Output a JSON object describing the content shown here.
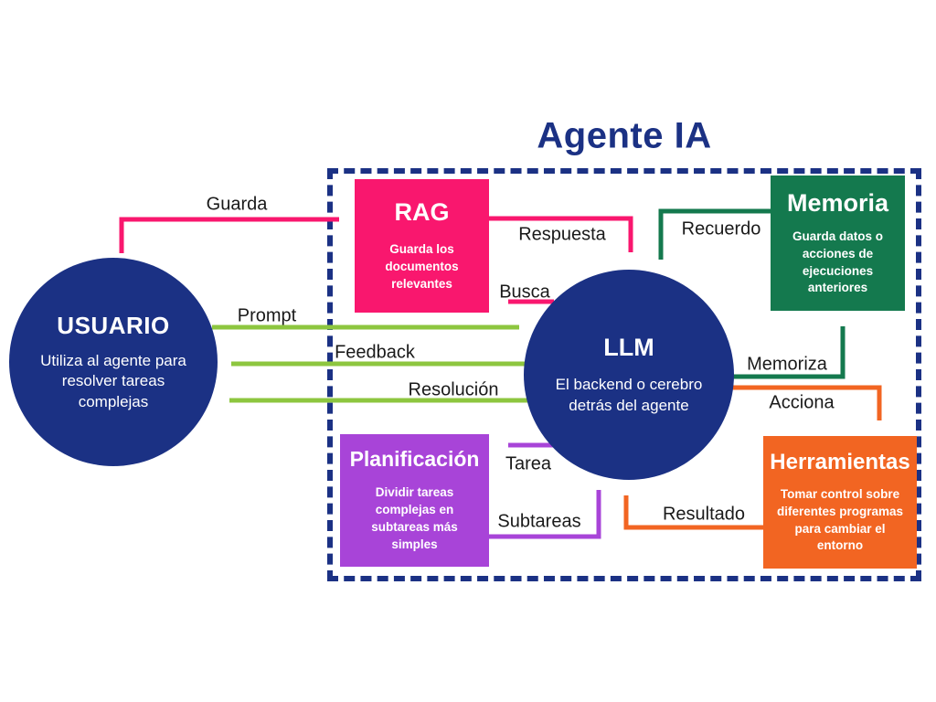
{
  "title": "Agente IA",
  "colors": {
    "navy": "#1B3184",
    "pink": "#F9176E",
    "dark_green": "#14794E",
    "light_green": "#8DC63F",
    "purple": "#A844D8",
    "orange": "#F26522",
    "label_text": "#1a1a1a",
    "background": "#FFFFFF"
  },
  "nodes": {
    "usuario": {
      "title": "USUARIO",
      "description": "Utiliza al agente para resolver tareas complejas",
      "shape": "circle",
      "color": "#1B3184"
    },
    "llm": {
      "title": "LLM",
      "description": "El backend o cerebro detrás del agente",
      "shape": "circle",
      "color": "#1B3184"
    },
    "rag": {
      "title": "RAG",
      "description": "Guarda los documentos relevantes",
      "shape": "rect",
      "color": "#F9176E"
    },
    "memoria": {
      "title": "Memoria",
      "description": "Guarda datos o acciones de ejecuciones anteriores",
      "shape": "rect",
      "color": "#14794E"
    },
    "planificacion": {
      "title": "Planificación",
      "description": "Dividir tareas complejas en subtareas más simples",
      "shape": "rect",
      "color": "#A844D8"
    },
    "herramientas": {
      "title": "Herramientas",
      "description": "Tomar control sobre diferentes programas para cambiar el entorno",
      "shape": "rect",
      "color": "#F26522"
    }
  },
  "edges": [
    {
      "id": "guarda",
      "label": "Guarda",
      "from": "usuario",
      "to": "rag",
      "color": "#F9176E"
    },
    {
      "id": "respuesta",
      "label": "Respuesta",
      "from": "rag",
      "to": "llm",
      "color": "#F9176E"
    },
    {
      "id": "busca",
      "label": "Busca",
      "from": "llm",
      "to": "rag",
      "color": "#F9176E"
    },
    {
      "id": "recuerdo",
      "label": "Recuerdo",
      "from": "memoria",
      "to": "llm",
      "color": "#14794E"
    },
    {
      "id": "prompt",
      "label": "Prompt",
      "from": "usuario",
      "to": "llm",
      "color": "#8DC63F"
    },
    {
      "id": "feedback",
      "label": "Feedback",
      "from": "llm",
      "to": "usuario",
      "color": "#8DC63F"
    },
    {
      "id": "resolucion",
      "label": "Resolución",
      "from": "llm",
      "to": "usuario",
      "color": "#8DC63F"
    },
    {
      "id": "memoriza",
      "label": "Memoriza",
      "from": "llm",
      "to": "memoria",
      "color": "#14794E"
    },
    {
      "id": "acciona",
      "label": "Acciona",
      "from": "llm",
      "to": "herramientas",
      "color": "#F26522"
    },
    {
      "id": "tarea",
      "label": "Tarea",
      "from": "llm",
      "to": "planificacion",
      "color": "#A844D8"
    },
    {
      "id": "subtareas",
      "label": "Subtareas",
      "from": "planificacion",
      "to": "llm",
      "color": "#A844D8"
    },
    {
      "id": "resultado",
      "label": "Resultado",
      "from": "herramientas",
      "to": "llm",
      "color": "#F26522"
    }
  ]
}
